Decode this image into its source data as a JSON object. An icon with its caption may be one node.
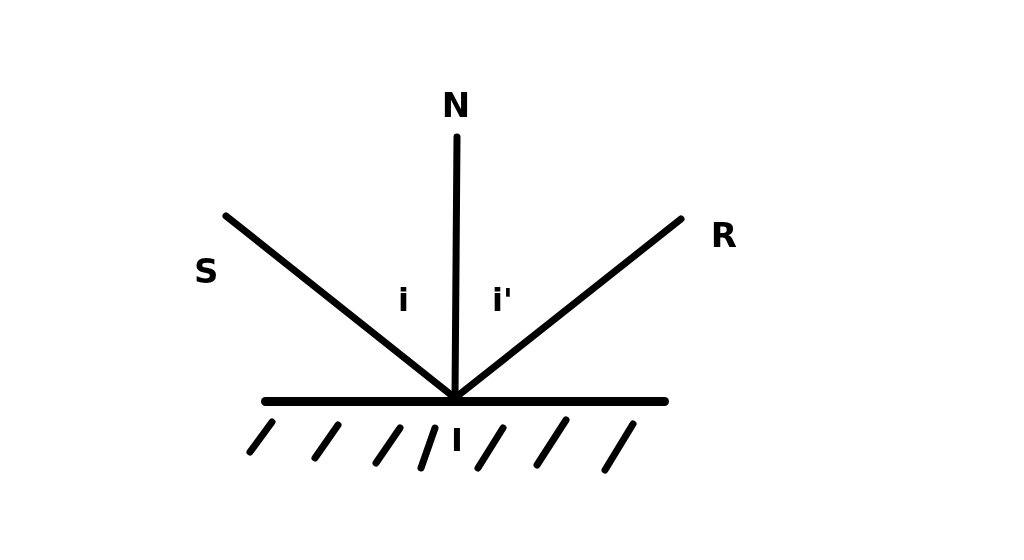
{
  "diagram": {
    "nodes": [
      {
        "text": [
          "S"
        ]
      },
      {
        "text": [
          "N"
        ]
      },
      {
        "text": [
          "R"
        ]
      },
      {
        "text": [],
        "shape": "bar"
      }
    ],
    "edges": [
      {
        "from": 0,
        "to": 3,
        "arrow": "none"
      },
      {
        "from": 1,
        "to": 3,
        "arrow": "none"
      },
      {
        "from": 3,
        "to": 2,
        "arrow": "none"
      }
    ],
    "labels": [
      "i",
      "i'",
      "I"
    ]
  }
}
